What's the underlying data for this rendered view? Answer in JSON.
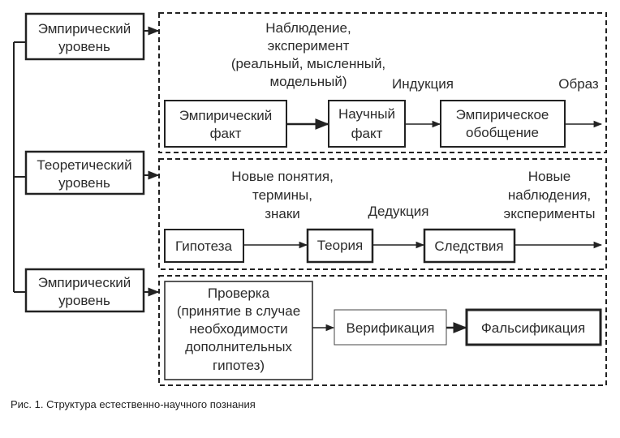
{
  "levels": [
    {
      "lines": [
        "Эмпирический",
        "уровень"
      ]
    },
    {
      "lines": [
        "Теоретический",
        "уровень"
      ]
    },
    {
      "lines": [
        "Эмпирический",
        "уровень"
      ]
    }
  ],
  "panel1": {
    "annotation_methods": [
      "Наблюдение,",
      "эксперимент",
      "(реальный, мысленный,",
      "модельный)"
    ],
    "annotation_induction": "Индукция",
    "annotation_image": "Образ",
    "boxes": [
      {
        "lines": [
          "Эмпирический",
          "факт"
        ]
      },
      {
        "lines": [
          "Научный",
          "факт"
        ]
      },
      {
        "lines": [
          "Эмпирическое",
          "обобщение"
        ]
      }
    ]
  },
  "panel2": {
    "annotation_concepts": [
      "Новые понятия,",
      "термины,",
      "знаки"
    ],
    "annotation_deduction": "Дедукция",
    "annotation_new": [
      "Новые",
      "наблюдения,",
      "эксперименты"
    ],
    "boxes": [
      {
        "lines": [
          "Гипотеза"
        ]
      },
      {
        "lines": [
          "Теория"
        ]
      },
      {
        "lines": [
          "Следствия"
        ]
      }
    ]
  },
  "panel3": {
    "boxes": [
      {
        "lines": [
          "Проверка",
          "(принятие в случае",
          "необходимости",
          "дополнительных",
          "гипотез)"
        ]
      },
      {
        "lines": [
          "Верификация"
        ]
      },
      {
        "lines": [
          "Фальсификация"
        ]
      }
    ]
  },
  "caption": "Рис. 1. Структура естественно-научного познания"
}
